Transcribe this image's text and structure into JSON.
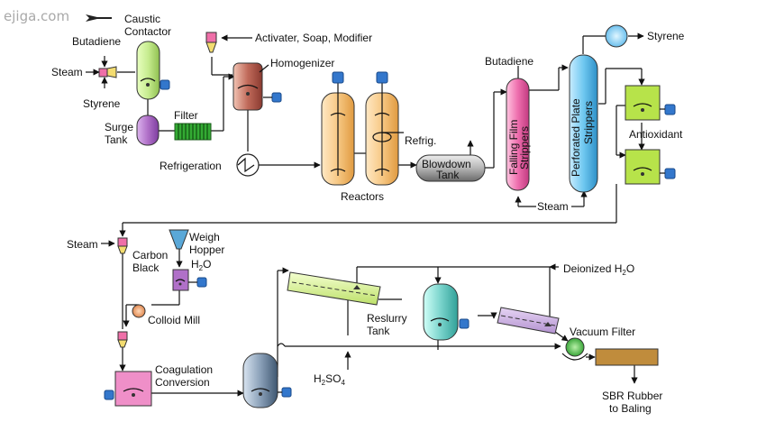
{
  "watermark": "ejiga.com",
  "labels": {
    "caustic_contactor_1": "Caustic",
    "caustic_contactor_2": "Contactor",
    "butadiene_feed": "Butadiene",
    "steam_feed_top": "Steam",
    "styrene_feed": "Styrene",
    "surge_tank_1": "Surge",
    "surge_tank_2": "Tank",
    "filter": "Filter",
    "additives": "Activater, Soap, Modifier",
    "homogenizer": "Homogenizer",
    "refrigeration": "Refrigeration",
    "reactors": "Reactors",
    "refrig": "Refrig.",
    "blowdown_tank_1": "Blowdown",
    "blowdown_tank_2": "Tank",
    "butadiene_out": "Butadiene",
    "falling_film_1": "Falling Film",
    "falling_film_2": "Strippers",
    "perforated_plate_1": "Perforated Plate",
    "perforated_plate_2": "Strippers",
    "steam_strippers": "Steam",
    "styrene_out": "Styrene",
    "antioxidant": "Antioxidant",
    "steam_feed_bottom": "Steam",
    "carbon_black_1": "Carbon",
    "carbon_black_2": "Black",
    "weigh_hopper_1": "Weigh",
    "weigh_hopper_2": "Hopper",
    "h2o_main": "H",
    "h2o_sub": "2",
    "h2o_end": "O",
    "colloid_mill": "Colloid Mill",
    "coagulation_1": "Coagulation",
    "coagulation_2": "Conversion",
    "h2so4_main": "H",
    "h2so4_sub1": "2",
    "h2so4_mid": "SO",
    "h2so4_sub2": "4",
    "deionized_main": "Deionized H",
    "deionized_sub": "2",
    "deionized_end": "O",
    "reslurry_1": "Reslurry",
    "reslurry_2": "Tank",
    "vacuum_filter": "Vacuum Filter",
    "sbr_1": "SBR Rubber",
    "sbr_2": "to Baling"
  },
  "colors": {
    "contactor": "#c6ec8f",
    "surge_tank": "#b070c8",
    "filter": "#33aa33",
    "homogenizer": "#c06a5a",
    "reactor": "#f7c884",
    "blowdown": "#b5b5b5",
    "falling_film": "#ee6fae",
    "perforated_plate": "#6fc8f0",
    "antioxidant_tank": "#b7e34a",
    "coagulation": "#ef8fc8",
    "weigh_hopper": "#5aa8d8",
    "colloid_mill": "#f0a070",
    "reslurry": "#7ad4cc",
    "filter_drum": "#d8ee9a",
    "conveyor": "#b05fbe",
    "vacuum_filter": "#55c055",
    "baling": "#c08c3c",
    "motor": "#3377cc"
  }
}
